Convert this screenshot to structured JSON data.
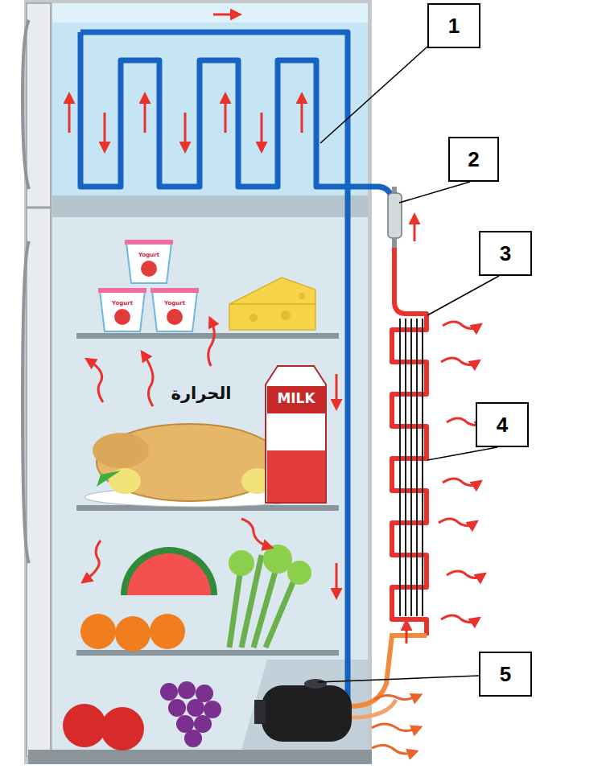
{
  "diagram": {
    "nodes": [
      {
        "text": [
          "1"
        ]
      },
      {
        "text": [
          "2"
        ]
      },
      {
        "text": [
          "3"
        ]
      },
      {
        "text": [
          "4"
        ]
      },
      {
        "text": [
          "5"
        ]
      }
    ],
    "labels": [
      "Yogurt",
      "Yogurt",
      "Yogurt",
      "الحرارة",
      "MILK"
    ]
  }
}
